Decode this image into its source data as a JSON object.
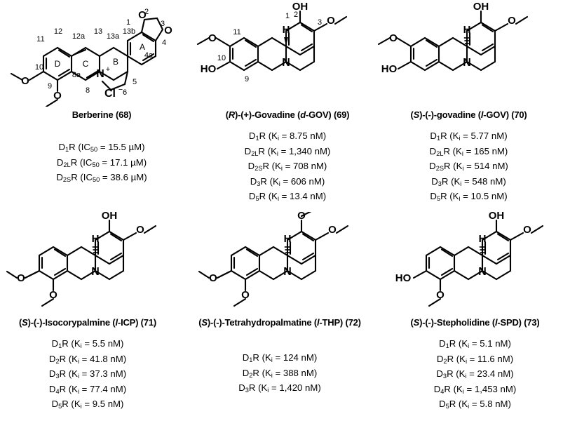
{
  "figure": {
    "title": "Berberine and tetrahydroprotoberberine dopamine receptor ligands",
    "compounds": [
      {
        "id": "68",
        "name_html": "Berberine (68)",
        "name_plain": "Berberine (68)",
        "structure": "berberine",
        "ring_labels": [
          "A",
          "B",
          "C",
          "D"
        ],
        "position_numbers": [
          "1",
          "2",
          "3",
          "4",
          "4a",
          "5",
          "6",
          "8",
          "8a",
          "9",
          "10",
          "11",
          "12",
          "12a",
          "13",
          "13a",
          "13b"
        ],
        "atom_labels": [
          "O",
          "O",
          "O",
          "O",
          "N",
          "Cl"
        ],
        "counterion": "Cl",
        "affinity_type": "IC50",
        "data": [
          {
            "receptor": "D1R",
            "metric": "IC50",
            "value": "15.5",
            "unit": "μM"
          },
          {
            "receptor": "D2LR",
            "metric": "IC50",
            "value": "17.1",
            "unit": "μM"
          },
          {
            "receptor": "D2SR",
            "metric": "IC50",
            "value": "38.6",
            "unit": "μM"
          }
        ]
      },
      {
        "id": "69",
        "name_html": "(R)-(+)-Govadine (d-GOV) (69)",
        "name_plain": "(R)-(+)-Govadine (d-GOV) (69)",
        "structure": "govadine-R",
        "position_numbers": [
          "1",
          "2",
          "3",
          "9",
          "10",
          "11"
        ],
        "atom_labels": [
          "OH",
          "O",
          "O",
          "HO",
          "N",
          "H"
        ],
        "affinity_type": "Ki",
        "data": [
          {
            "receptor": "D1R",
            "metric": "Ki",
            "value": "8.75",
            "unit": "nM"
          },
          {
            "receptor": "D2LR",
            "metric": "Ki",
            "value": "1,340",
            "unit": "nM"
          },
          {
            "receptor": "D2SR",
            "metric": "Ki",
            "value": "708",
            "unit": "nM"
          },
          {
            "receptor": "D3R",
            "metric": "Ki",
            "value": "606",
            "unit": "nM"
          },
          {
            "receptor": "D5R",
            "metric": "Ki",
            "value": "13.4",
            "unit": "nM"
          }
        ]
      },
      {
        "id": "70",
        "name_html": "(S)-(-)-govadine (l-GOV) (70)",
        "name_plain": "(S)-(-)-govadine (l-GOV) (70)",
        "structure": "govadine-S",
        "position_numbers": [],
        "atom_labels": [
          "OH",
          "O",
          "O",
          "HO",
          "N",
          "H"
        ],
        "affinity_type": "Ki",
        "data": [
          {
            "receptor": "D1R",
            "metric": "Ki",
            "value": "5.77",
            "unit": "nM"
          },
          {
            "receptor": "D2LR",
            "metric": "Ki",
            "value": "165",
            "unit": "nM"
          },
          {
            "receptor": "D2SR",
            "metric": "Ki",
            "value": "514",
            "unit": "nM"
          },
          {
            "receptor": "D3R",
            "metric": "Ki",
            "value": "548",
            "unit": "nM"
          },
          {
            "receptor": "D5R",
            "metric": "Ki",
            "value": "10.5",
            "unit": "nM"
          }
        ]
      },
      {
        "id": "71",
        "name_html": "(S)-(-)-Isocorypalmine (l-ICP) (71)",
        "name_plain": "(S)-(-)-Isocorypalmine (l-ICP) (71)",
        "structure": "isocorypalmine",
        "position_numbers": [],
        "atom_labels": [
          "OH",
          "O",
          "O",
          "O",
          "N",
          "H"
        ],
        "affinity_type": "Ki",
        "data": [
          {
            "receptor": "D1R",
            "metric": "Ki",
            "value": "5.5",
            "unit": "nM"
          },
          {
            "receptor": "D2R",
            "metric": "Ki",
            "value": "41.8",
            "unit": "nM"
          },
          {
            "receptor": "D3R",
            "metric": "Ki",
            "value": "37.3",
            "unit": "nM"
          },
          {
            "receptor": "D4R",
            "metric": "Ki",
            "value": "77.4",
            "unit": "nM"
          },
          {
            "receptor": "D5R",
            "metric": "Ki",
            "value": "9.5",
            "unit": "nM"
          }
        ]
      },
      {
        "id": "72",
        "name_html": "(S)-(-)-Tetrahydropalmatine (l-THP) (72)",
        "name_plain": "(S)-(-)-Tetrahydropalmatine (l-THP) (72)",
        "structure": "tetrahydropalmatine",
        "position_numbers": [],
        "atom_labels": [
          "O",
          "O",
          "O",
          "O",
          "N",
          "H"
        ],
        "affinity_type": "Ki",
        "data": [
          {
            "receptor": "D1R",
            "metric": "Ki",
            "value": "124",
            "unit": "nM"
          },
          {
            "receptor": "D2R",
            "metric": "Ki",
            "value": "388",
            "unit": "nM"
          },
          {
            "receptor": "D3R",
            "metric": "Ki",
            "value": "1,420",
            "unit": "nM"
          }
        ]
      },
      {
        "id": "73",
        "name_html": "(S)-(-)-Stepholidine (l-SPD) (73)",
        "name_plain": "(S)-(-)-Stepholidine (l-SPD) (73)",
        "structure": "stepholidine",
        "position_numbers": [],
        "atom_labels": [
          "OH",
          "O",
          "HO",
          "O",
          "N",
          "H"
        ],
        "affinity_type": "Ki",
        "data": [
          {
            "receptor": "D1R",
            "metric": "Ki",
            "value": "5.1",
            "unit": "nM"
          },
          {
            "receptor": "D2R",
            "metric": "Ki",
            "value": "11.6",
            "unit": "nM"
          },
          {
            "receptor": "D3R",
            "metric": "Ki",
            "value": "23.4",
            "unit": "nM"
          },
          {
            "receptor": "D4R",
            "metric": "Ki",
            "value": "1,453",
            "unit": "nM"
          },
          {
            "receptor": "D5R",
            "metric": "Ki",
            "value": "5.8",
            "unit": "nM"
          }
        ]
      }
    ],
    "colors": {
      "bond": "#000000",
      "text": "#000000",
      "background": "#ffffff"
    }
  }
}
